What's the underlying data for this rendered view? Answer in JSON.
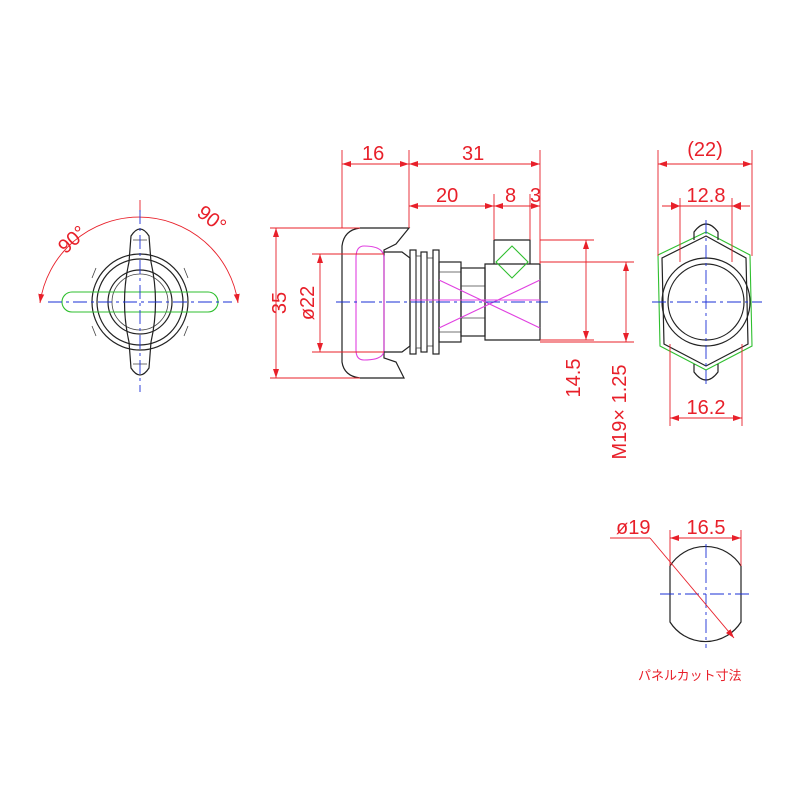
{
  "colors": {
    "dimension": "#e8202a",
    "centerline": "#1a2fd6",
    "outline": "#222222",
    "handle_rotated": "#2fbf2f",
    "cam_hidden": "#e040e0"
  },
  "front_view": {
    "angle_left": "90°",
    "angle_right": "90°"
  },
  "side_view": {
    "dim_handle_length": "16",
    "dim_overall_length": "31",
    "dim_body_length": "20",
    "dim_cam_length": "8",
    "dim_cam_offset": "3",
    "dim_height": "35",
    "dim_diameter": "ø22",
    "dim_cam_height": "14.5",
    "dim_thread": "M19× 1.25"
  },
  "rear_view": {
    "dim_overall": "(22)",
    "dim_inner": "12.8",
    "dim_bottom": "16.2"
  },
  "panel_cutout": {
    "dim_diameter": "ø19",
    "dim_flat": "16.5",
    "caption": "パネルカット寸法"
  }
}
